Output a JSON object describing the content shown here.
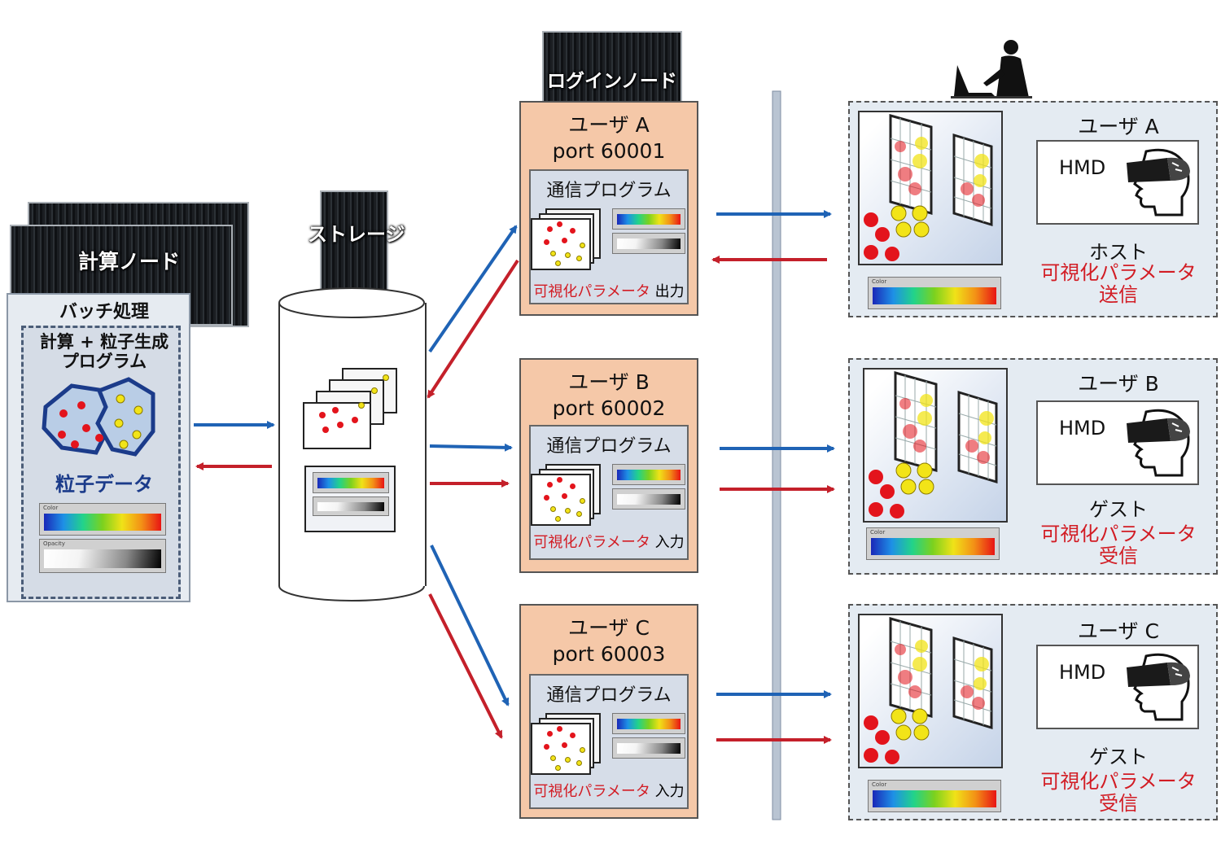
{
  "compute_node_label": "計算ノード",
  "batch": {
    "title": "バッチ処理",
    "program": "計算 + 粒子生成\nプログラム",
    "particle_data": "粒子データ"
  },
  "storage_label": "ストレージ",
  "login_node_label": "ログインノード",
  "users": [
    {
      "name": "ユーザ A",
      "port": "port 60001",
      "program": "通信プログラム",
      "param": "可視化パラメータ",
      "io": "出力"
    },
    {
      "name": "ユーザ B",
      "port": "port 60002",
      "program": "通信プログラム",
      "param": "可視化パラメータ",
      "io": "入力"
    },
    {
      "name": "ユーザ C",
      "port": "port 60003",
      "program": "通信プログラム",
      "param": "可視化パラメータ",
      "io": "入力"
    }
  ],
  "clients": [
    {
      "name": "ユーザ A",
      "hmd": "HMD",
      "role": "ホスト",
      "param": "可視化パラメータ",
      "action": "送信"
    },
    {
      "name": "ユーザ B",
      "hmd": "HMD",
      "role": "ゲスト",
      "param": "可視化パラメータ",
      "action": "受信"
    },
    {
      "name": "ユーザ C",
      "hmd": "HMD",
      "role": "ゲスト",
      "param": "可視化パラメータ",
      "action": "受信"
    }
  ],
  "bar_captions": {
    "color": "Color",
    "opacity": "Opacity"
  },
  "colors": {
    "blue_arrow": "#1f63b5",
    "red_arrow": "#c4202a",
    "user_box": "#f5c8a8",
    "param_text": "#d21c24"
  }
}
